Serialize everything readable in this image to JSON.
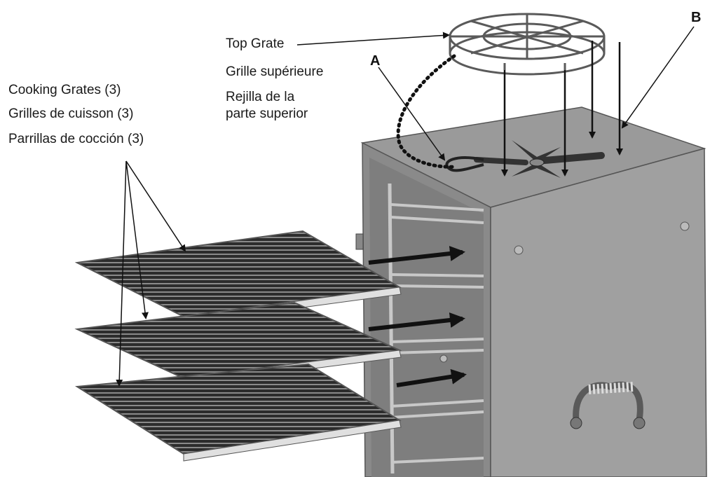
{
  "labels": {
    "top_grate": {
      "en": "Top Grate",
      "fr": "Grille supérieure",
      "es_line1": "Rejilla de la",
      "es_line2": "parte superior"
    },
    "cooking_grates": {
      "en": "Cooking Grates (3)",
      "fr": "Grilles de cuisson (3)",
      "es": "Parrillas de cocción (3)"
    },
    "callout_a": "A",
    "callout_b": "B"
  },
  "colors": {
    "cabinet_front": "#8e8e8e",
    "cabinet_side": "#a4a4a4",
    "cabinet_top": "#9a9a9a",
    "grate_wire": "#3a3a3a",
    "grate_light": "#d8d8d8",
    "arrow": "#111111"
  }
}
